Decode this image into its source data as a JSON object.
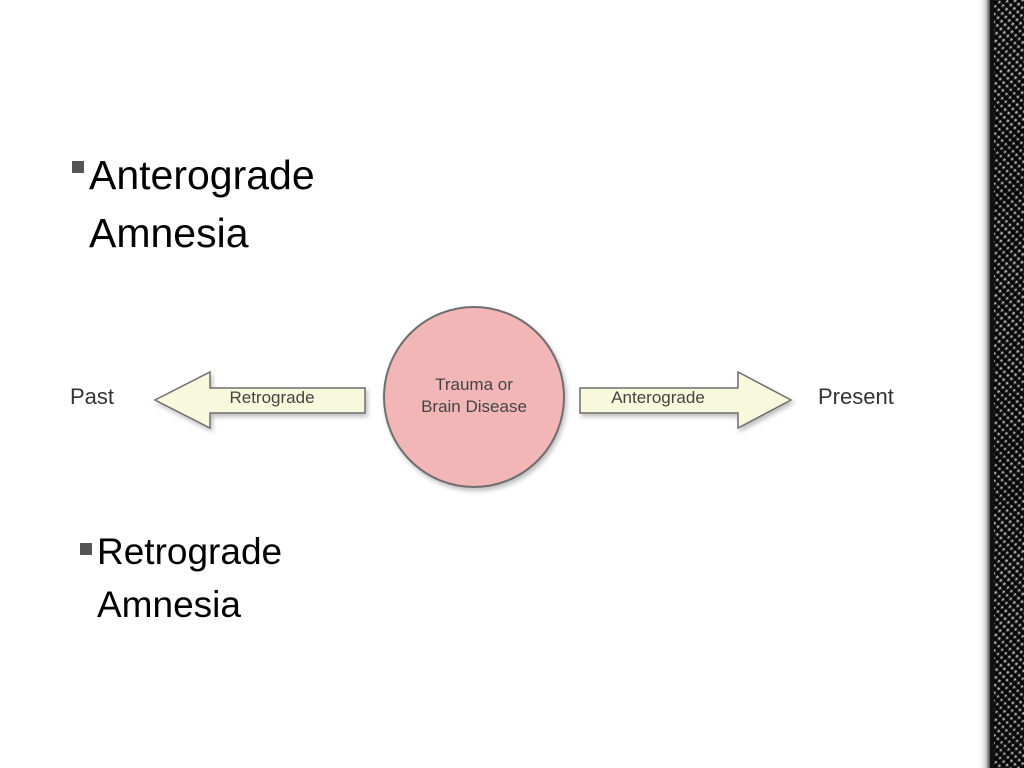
{
  "bullets": [
    {
      "line1": "Anterograde",
      "line2": "Amnesia"
    },
    {
      "line1": "Retrograde",
      "line2": "Amnesia"
    }
  ],
  "diagram": {
    "left_label": "Past",
    "right_label": "Present",
    "left_arrow_label": "Retrograde",
    "right_arrow_label": "Anterograde",
    "center_line1": "Trauma or",
    "center_line2": "Brain Disease",
    "colors": {
      "arrow_fill": "#f8f8dc",
      "arrow_stroke": "#6e6e6e",
      "circle_fill": "#f2b6b6",
      "circle_stroke": "#6e6e6e"
    }
  }
}
